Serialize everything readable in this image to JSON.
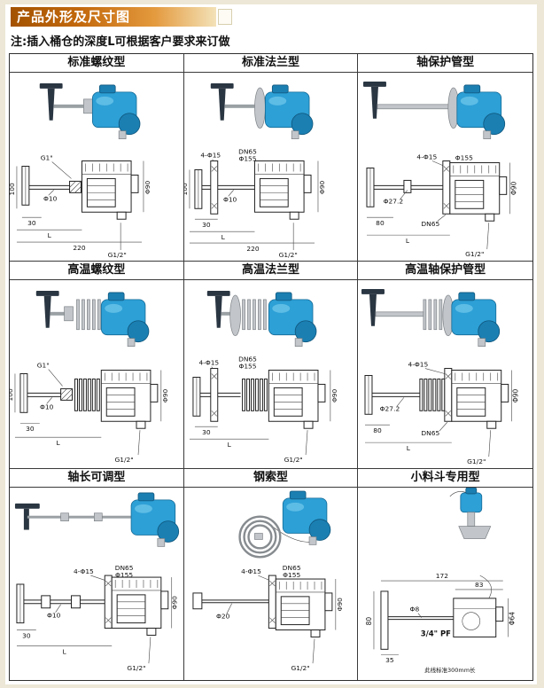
{
  "page": {
    "title": "产品外形及尺寸图",
    "note": "注:插入桶仓的深度L可根据客户要求来订做"
  },
  "colors": {
    "banner_orange": "#c46a0e",
    "device_blue": "#2da0d6",
    "background_cream": "#ece7d6"
  },
  "cells": [
    {
      "title": "标准螺纹型",
      "labels": {
        "l1": "G1\"",
        "l2": "100",
        "l3": "Φ10",
        "l4": "30",
        "l5": "L",
        "l6": "220",
        "l7": "Φ90",
        "l8": "G1/2\""
      }
    },
    {
      "title": "标准法兰型",
      "labels": {
        "l1": "4-Φ15",
        "l2": "DN65",
        "l3": "Φ155",
        "l4": "100",
        "l5": "Φ10",
        "l6": "30",
        "l7": "L",
        "l8": "220",
        "l9": "Φ90",
        "l10": "G1/2\""
      }
    },
    {
      "title": "轴保护管型",
      "labels": {
        "l1": "4-Φ15",
        "l2": "Φ155",
        "l3": "Φ27.2",
        "l4": "80",
        "l5": "DN65",
        "l6": "L",
        "l7": "Φ90",
        "l8": "G1/2\""
      }
    },
    {
      "title": "高温螺纹型",
      "labels": {
        "l1": "G1\"",
        "l2": "100",
        "l3": "Φ10",
        "l4": "30",
        "l5": "L",
        "l6": "Φ90",
        "l7": "G1/2\""
      }
    },
    {
      "title": "高温法兰型",
      "labels": {
        "l1": "4-Φ15",
        "l2": "DN65",
        "l3": "Φ155",
        "l4": "30",
        "l5": "L",
        "l6": "Φ90",
        "l7": "G1/2\""
      }
    },
    {
      "title": "高温轴保护管型",
      "labels": {
        "l1": "4-Φ15",
        "l2": "Φ27.2",
        "l3": "80",
        "l4": "DN65",
        "l5": "L",
        "l6": "Φ90",
        "l7": "G1/2\""
      }
    },
    {
      "title": "轴长可调型",
      "labels": {
        "l1": "4-Φ15",
        "l2": "DN65",
        "l3": "Φ155",
        "l4": "Φ10",
        "l5": "30",
        "l6": "L",
        "l7": "Φ90",
        "l8": "G1/2\""
      }
    },
    {
      "title": "钢索型",
      "labels": {
        "l1": "4-Φ15",
        "l2": "DN65",
        "l3": "Φ155",
        "l4": "Φ20",
        "l5": "Φ90",
        "l6": "G1/2\""
      }
    },
    {
      "title": "小料斗专用型",
      "labels": {
        "l1": "172",
        "l2": "83",
        "l3": "80",
        "l4": "Φ8",
        "l5": "3/4\" PF",
        "l6": "Φ64",
        "l7": "35",
        "l8": "此线标准300mm长"
      }
    }
  ]
}
